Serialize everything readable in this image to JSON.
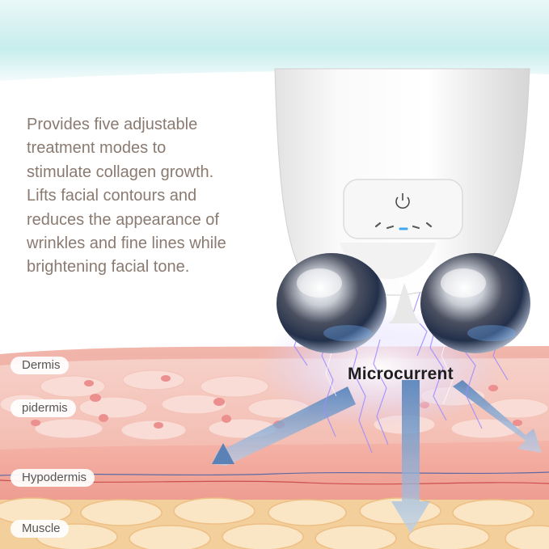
{
  "description": {
    "lines": [
      "Provides five adjustable",
      "treatment modes to",
      "stimulate collagen growth.",
      "Lifts facial contours and",
      "reduces the appearance of",
      "wrinkles and fine lines while",
      "brightening facial tone."
    ]
  },
  "callout": {
    "label": "Microcurrent"
  },
  "skin_layers": [
    {
      "label": "Dermis"
    },
    {
      "label": "pidermis"
    },
    {
      "label": "Hypodermis"
    },
    {
      "label": "Muscle"
    }
  ],
  "device": {
    "button_icon": "power-icon",
    "indicator_color": "#3ea8f0"
  },
  "colors": {
    "sky": "#c9ecee",
    "epidermis": "#f7c9c0",
    "hypodermis": "#f1a79c",
    "muscle": "#f6d7a8",
    "text": "#8a7a70",
    "arrow": "#5d8fc4"
  }
}
